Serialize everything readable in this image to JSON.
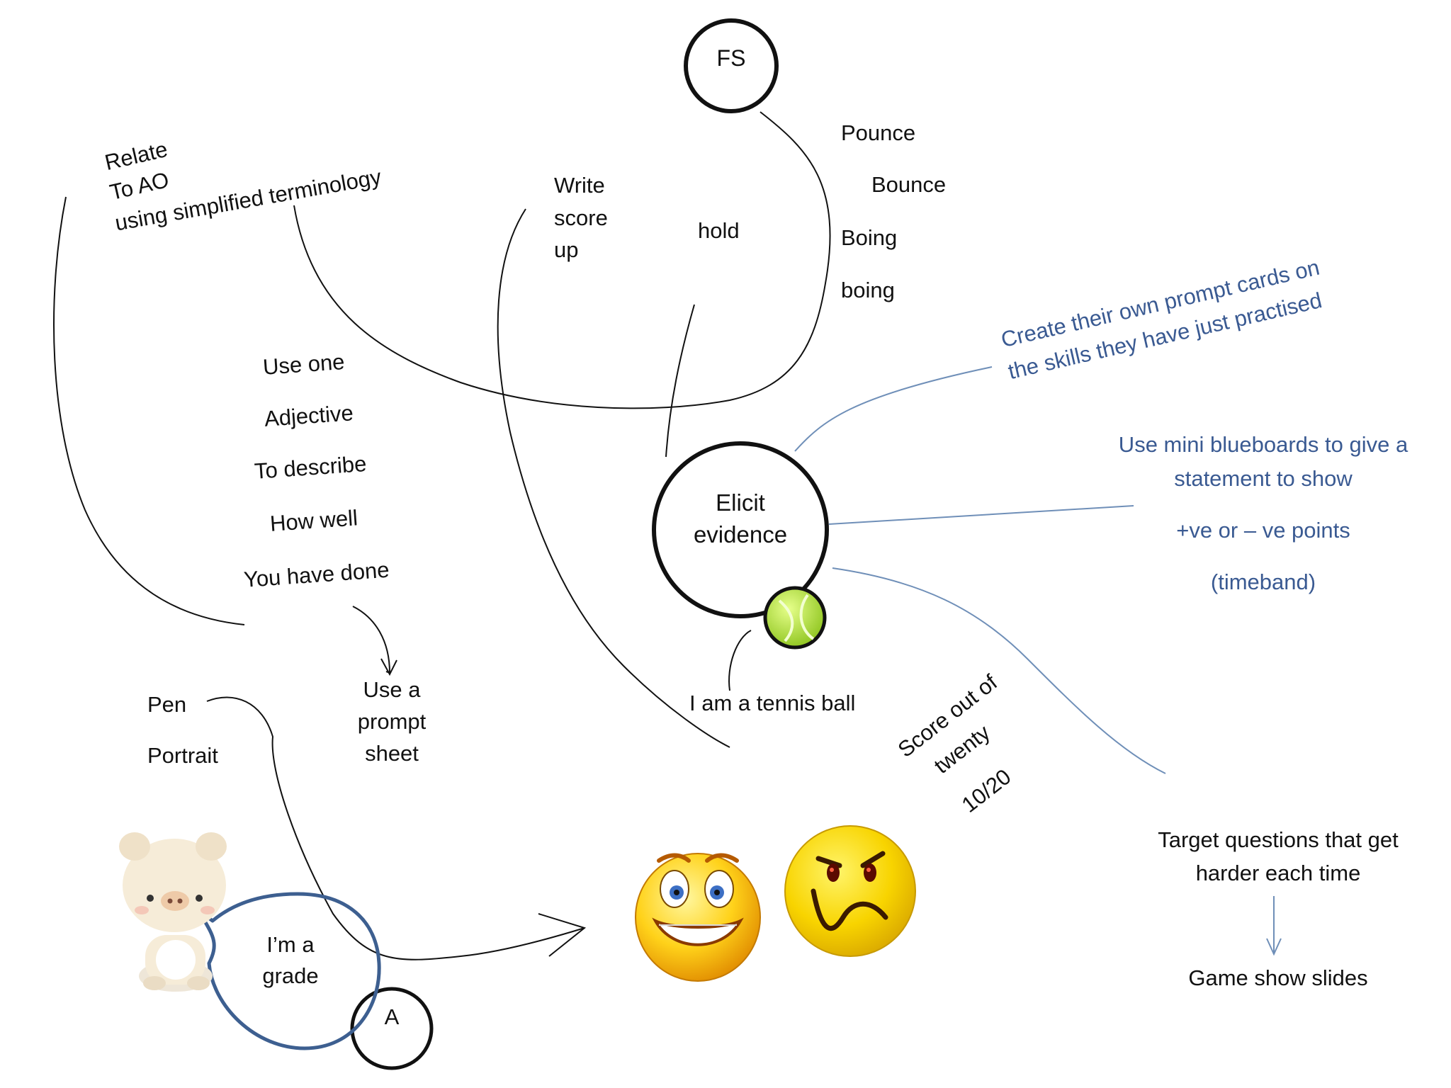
{
  "nodes": {
    "fs": "FS",
    "elicit": [
      "Elicit",
      "evidence"
    ],
    "grade_circle": "A",
    "speech": [
      "I’m a",
      "grade"
    ]
  },
  "labels": {
    "pounce": "Pounce",
    "bounce": "Bounce",
    "boing1": "Boing",
    "boing2": "boing",
    "hold": "hold",
    "write_score": [
      "Write",
      "score",
      "up"
    ],
    "relate": [
      "Relate",
      "To AO",
      "using simplified terminology"
    ],
    "use_one": [
      "Use one",
      "Adjective",
      "To describe",
      "How well",
      "You have done"
    ],
    "prompt_sheet": [
      "Use a",
      "prompt",
      "sheet"
    ],
    "pen": "Pen",
    "portrait": "Portrait",
    "tennis_ball": "I am a tennis ball",
    "score": [
      "Score out of",
      "twenty",
      "10/20"
    ],
    "prompt_cards": [
      "Create their own prompt cards on",
      "the skills they have just practised"
    ],
    "blueboards": [
      "Use mini blueboards to give a",
      "statement to show",
      "+ve or – ve points",
      "(timeband)"
    ],
    "target": [
      "Target questions that get",
      "harder each time"
    ],
    "game_show": "Game show slides"
  },
  "colors": {
    "ink": "#111111",
    "blue_text": "#3a5a92",
    "blue_line": "#6f8fb8",
    "speech_outline": "#3d5f90",
    "tennis": "#a6d83a",
    "smiley": "#f5c400"
  },
  "icons": [
    "pig-icon",
    "tennis-ball-icon",
    "grinning-smiley-icon",
    "grumpy-smiley-icon"
  ]
}
